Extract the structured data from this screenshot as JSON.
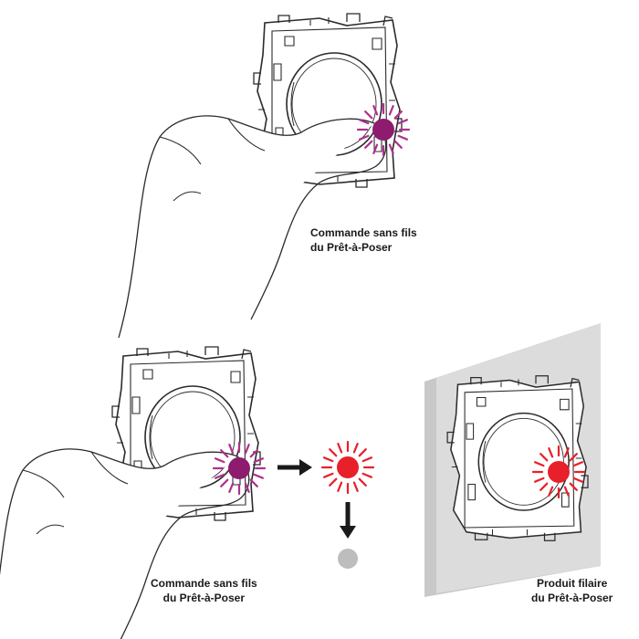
{
  "captions": {
    "top": {
      "line1": "Commande sans fils",
      "line2": "du Prêt-à-Poser"
    },
    "bottom_left": {
      "line1": "Commande sans fils",
      "line2": "du Prêt-à-Poser"
    },
    "bottom_right": {
      "line1": "Produit filaire",
      "line2": "du Prêt-à-Poser"
    }
  },
  "colors": {
    "led_magenta": "#8e1b6e",
    "led_magenta_rays": "#b0308e",
    "led_red": "#e8202a",
    "led_off": "#bdbdbd",
    "wall_plate_front": "#dcdcdc",
    "wall_plate_side": "#b4b4b4",
    "line": "#2a2a2a"
  },
  "icons": {
    "arrow_right": "arrow-right-icon",
    "arrow_down": "arrow-down-icon",
    "hand": "hand-icon",
    "mechanism": "switch-mechanism-icon"
  }
}
